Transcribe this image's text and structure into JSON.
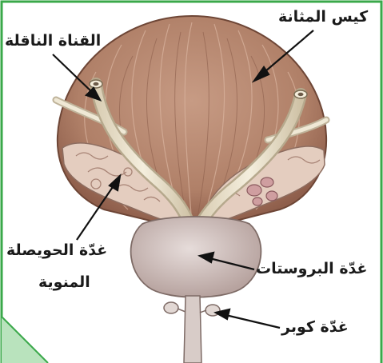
{
  "labels": {
    "bladder": "كيس المثانة",
    "vas_deferens": "القناة الناقلة",
    "seminal_vesicle_line1": "غدّة الحويصلة",
    "seminal_vesicle_line2": "المنوية",
    "prostate": "غدّة البروستات",
    "cowper": "غدّة كوبر"
  },
  "colors": {
    "border": "#3aa84a",
    "bladder": "#b98a72",
    "prostate": "#cdbbb5",
    "vesicle": "#e3cbbf",
    "duct": "#ece3cf"
  }
}
